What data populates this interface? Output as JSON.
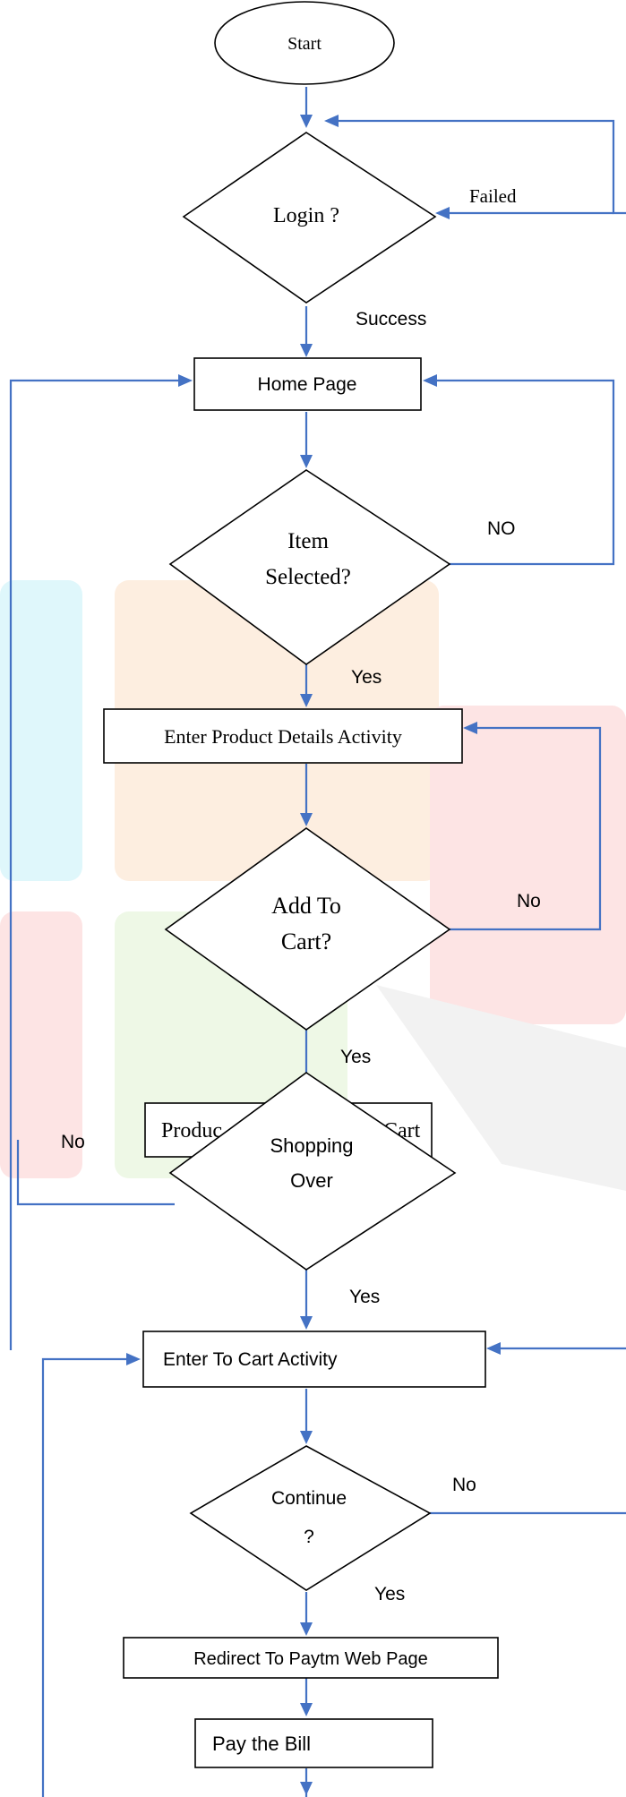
{
  "colors": {
    "connector": "#4472c4",
    "node_border": "#000000",
    "node_fill": "#ffffff",
    "text": "#000000",
    "watermark_cyan": "#dff7fb",
    "watermark_orange": "#fdeee0",
    "watermark_red": "#fde4e4",
    "watermark_green": "#eef8e6",
    "watermark_grey": "#f2f2f2"
  },
  "nodes": {
    "start": "Start",
    "login": "Login ?",
    "home_page": "Home Page",
    "item_selected": [
      "Item",
      "Selected?"
    ],
    "product_details": "Enter Product Details Activity",
    "add_to_cart": [
      "Add To",
      "Cart?"
    ],
    "product_added_cart": "Produc",
    "product_added_cart_tail": "Cart",
    "shopping_over": [
      "Shopping",
      "Over"
    ],
    "cart_activity": "Enter To Cart Activity",
    "continue": [
      "Continue",
      "?"
    ],
    "redirect_paytm": "Redirect To Paytm Web Page",
    "pay_bill": "Pay the Bill"
  },
  "edge_labels": {
    "login_failed": "Failed",
    "login_success": "Success",
    "item_no": "NO",
    "item_yes": "Yes",
    "cart_no": "No",
    "cart_yes": "Yes",
    "shopping_no": "No",
    "shopping_yes": "Yes",
    "continue_no": "No",
    "continue_yes": "Yes"
  }
}
